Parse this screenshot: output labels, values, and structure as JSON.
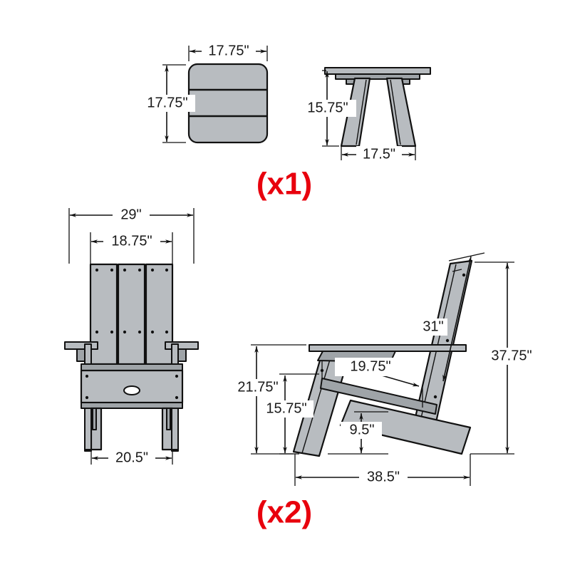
{
  "diagram": {
    "title": "Outdoor Table and Chair Dimension Diagram",
    "units": "inches",
    "colors": {
      "part_fill": "#b8bcc0",
      "outline": "#111111",
      "quantity_label": "#e8000d",
      "background": "#ffffff"
    }
  },
  "table": {
    "name": "Side Table",
    "quantity_label": "(x1)",
    "top_view": {
      "name": "Table Top View",
      "width_dim": "17.75\"",
      "depth_dim": "17.75\"",
      "slat_count": 3
    },
    "side_view": {
      "name": "Table Side View",
      "height_dim": "15.75\"",
      "width_dim": "17.5\"",
      "leg_count": 2
    }
  },
  "chair": {
    "name": "Adirondack Chair",
    "quantity_label": "(x2)",
    "front_view": {
      "name": "Chair Front View",
      "overall_width_dim": "29\"",
      "back_width_dim": "18.75\"",
      "base_width_dim": "20.5\"",
      "back_slat_count": 3
    },
    "side_view": {
      "name": "Chair Side View",
      "back_length_dim": "31\"",
      "overall_height_dim": "37.75\"",
      "arm_height_dim": "21.75\"",
      "seat_front_height_dim": "15.75\"",
      "seat_depth_dim": "19.75\"",
      "seat_rear_height_dim": "9.5\"",
      "overall_depth_dim": "38.5\""
    }
  },
  "dimension_values": {
    "table_top_width": 17.75,
    "table_top_depth": 17.75,
    "table_height": 15.75,
    "table_leg_spread": 17.5,
    "chair_overall_width": 29,
    "chair_back_width": 18.75,
    "chair_base_width": 20.5,
    "chair_back_length": 31,
    "chair_overall_height": 37.75,
    "chair_arm_height": 21.75,
    "chair_seat_front_height": 15.75,
    "chair_seat_depth": 19.75,
    "chair_seat_rear_height": 9.5,
    "chair_overall_depth": 38.5
  }
}
